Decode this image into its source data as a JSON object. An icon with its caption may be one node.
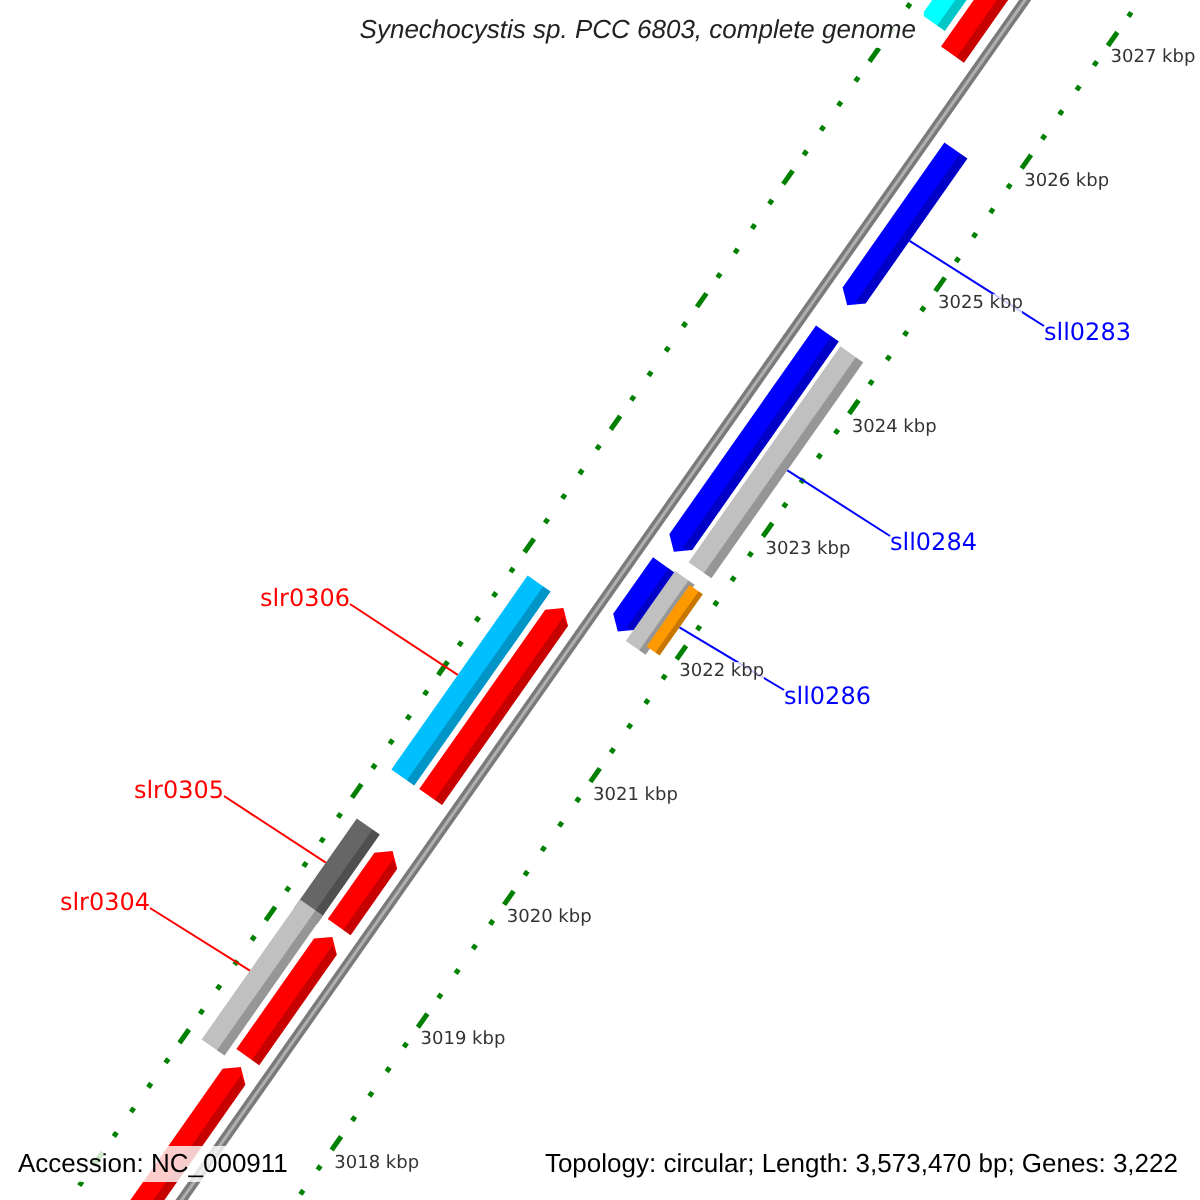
{
  "diagram": {
    "title": "Synechocystis sp. PCC 6803, complete genome",
    "nodes": [
      {
        "text": [
          "sll0283"
        ]
      },
      {
        "text": [
          "sll0284"
        ]
      },
      {
        "text": [
          "slr0306"
        ]
      },
      {
        "text": [
          "sll0286"
        ]
      },
      {
        "text": [
          "slr0305"
        ]
      },
      {
        "text": [
          "slr0304"
        ]
      },
      {
        "text": [],
        "shape": "bar"
      },
      {
        "text": [],
        "shape": "bar"
      },
      {
        "text": [],
        "shape": "bar"
      },
      {
        "text": [],
        "shape": "bar"
      },
      {
        "text": [],
        "shape": "bar"
      },
      {
        "text": [],
        "shape": "bar"
      }
    ],
    "edges": [
      {
        "from": 0,
        "to": 6,
        "arrow": "none",
        "color": "#0000ff"
      },
      {
        "from": 1,
        "to": 7,
        "arrow": "none",
        "color": "#0000ff"
      },
      {
        "from": 2,
        "to": 8,
        "arrow": "none",
        "color": "#ff0000"
      },
      {
        "from": 3,
        "to": 9,
        "arrow": "none",
        "color": "#0000ff"
      },
      {
        "from": 4,
        "to": 10,
        "arrow": "none",
        "color": "#ff0000"
      },
      {
        "from": 5,
        "to": 11,
        "arrow": "none",
        "color": "#ff0000"
      }
    ],
    "labels": [
      "3027 kbp",
      "3026 kbp",
      "3025 kbp",
      "3024 kbp",
      "3023 kbp",
      "3022 kbp",
      "3021 kbp",
      "3020 kbp",
      "3019 kbp",
      "3018 kbp",
      "Accession: NC_000911",
      "Topology: circular; Length: 3,573,470 bp; Genes: 3,222"
    ]
  }
}
